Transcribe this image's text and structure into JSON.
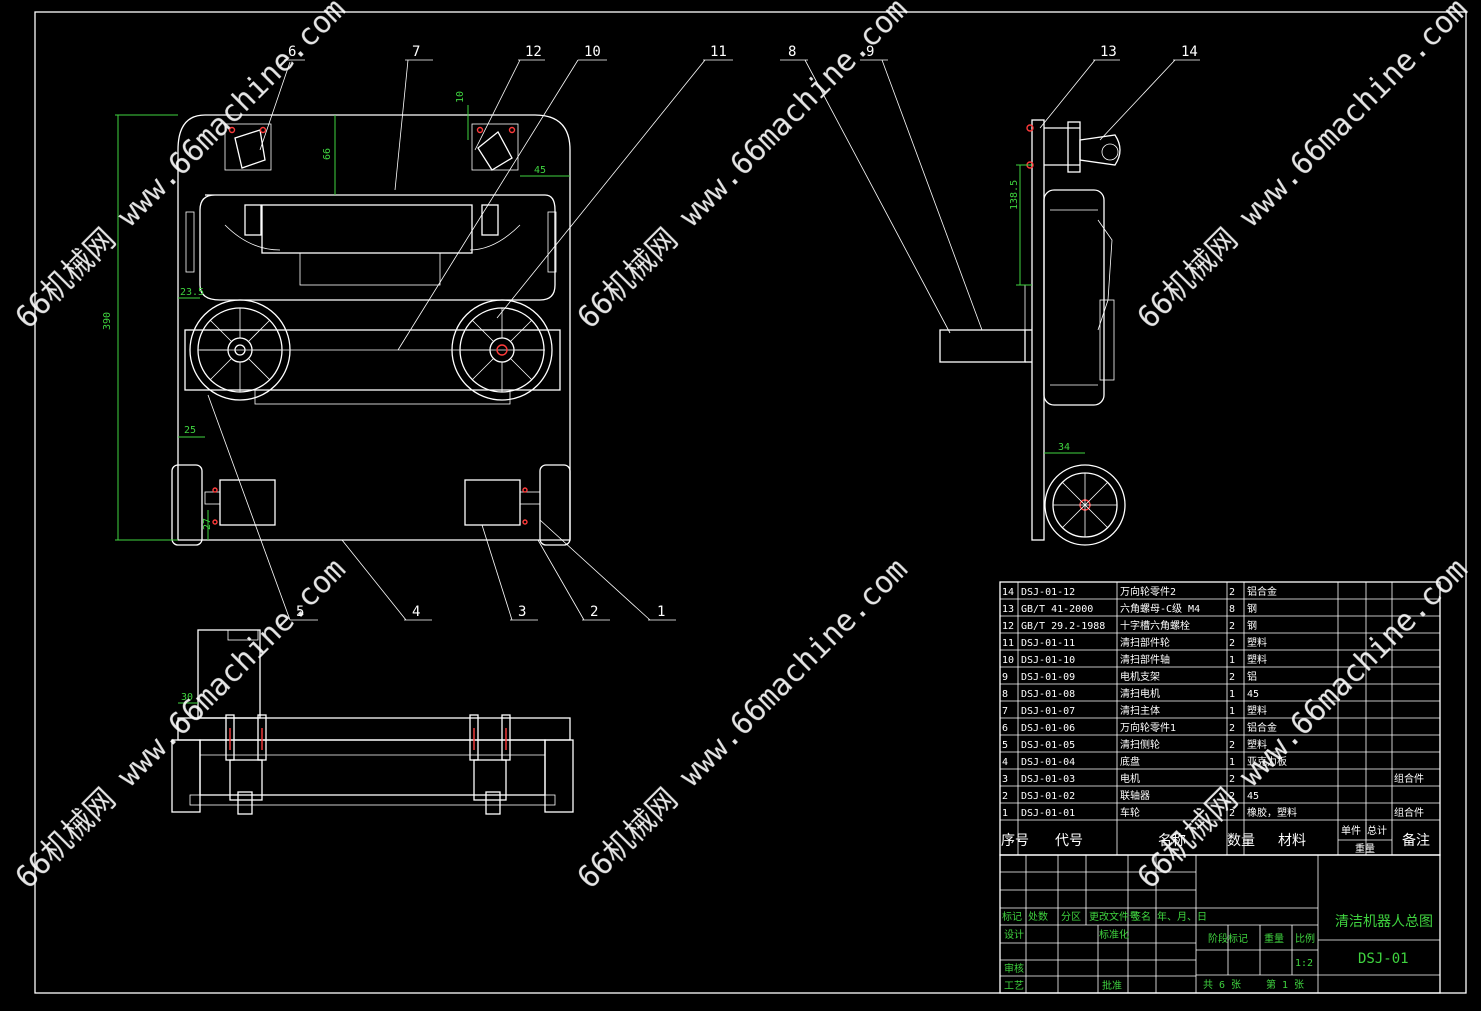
{
  "callouts": [
    "1",
    "2",
    "3",
    "4",
    "5",
    "6",
    "7",
    "8",
    "9",
    "10",
    "11",
    "12",
    "13",
    "14"
  ],
  "dimensions": {
    "d390": "390",
    "d66": "66",
    "d10": "10",
    "d45": "45",
    "d23_5": "23.5",
    "d25": "25",
    "d27": "27",
    "d138_5": "138.5",
    "d34": "34",
    "d30": "30"
  },
  "watermark": "66机械网 www.66machine.com",
  "bom": {
    "rows": [
      {
        "no": "14",
        "code": "DSJ-01-12",
        "name": "万向轮零件2",
        "qty": "2",
        "mat": "铝合金",
        "note": ""
      },
      {
        "no": "13",
        "code": "GB/T 41-2000",
        "name": "六角螺母-C级 M4",
        "qty": "8",
        "mat": "钢",
        "note": ""
      },
      {
        "no": "12",
        "code": "GB/T 29.2-1988",
        "name": "十字槽六角螺栓",
        "qty": "2",
        "mat": "钢",
        "note": ""
      },
      {
        "no": "11",
        "code": "DSJ-01-11",
        "name": "清扫部件轮",
        "qty": "2",
        "mat": "塑料",
        "note": ""
      },
      {
        "no": "10",
        "code": "DSJ-01-10",
        "name": "清扫部件轴",
        "qty": "1",
        "mat": "塑料",
        "note": ""
      },
      {
        "no": "9",
        "code": "DSJ-01-09",
        "name": "电机支架",
        "qty": "2",
        "mat": "铝",
        "note": ""
      },
      {
        "no": "8",
        "code": "DSJ-01-08",
        "name": "清扫电机",
        "qty": "1",
        "mat": "45",
        "note": ""
      },
      {
        "no": "7",
        "code": "DSJ-01-07",
        "name": "清扫主体",
        "qty": "1",
        "mat": "塑料",
        "note": ""
      },
      {
        "no": "6",
        "code": "DSJ-01-06",
        "name": "万向轮零件1",
        "qty": "2",
        "mat": "铝合金",
        "note": ""
      },
      {
        "no": "5",
        "code": "DSJ-01-05",
        "name": "清扫侧轮",
        "qty": "2",
        "mat": "塑料",
        "note": ""
      },
      {
        "no": "4",
        "code": "DSJ-01-04",
        "name": "底盘",
        "qty": "1",
        "mat": "亚克力板",
        "note": ""
      },
      {
        "no": "3",
        "code": "DSJ-01-03",
        "name": "电机",
        "qty": "2",
        "mat": "",
        "note": "组合件"
      },
      {
        "no": "2",
        "code": "DSJ-01-02",
        "name": "联轴器",
        "qty": "2",
        "mat": "45",
        "note": ""
      },
      {
        "no": "1",
        "code": "DSJ-01-01",
        "name": "车轮",
        "qty": "2",
        "mat": "橡胶，塑料",
        "note": "组合件"
      }
    ],
    "header": {
      "no": "序号",
      "code": "代号",
      "name": "名称",
      "qty": "数量",
      "mat": "材料",
      "unit_w": "单件",
      "total_w": "总计",
      "weight": "重量",
      "note": "备注"
    }
  },
  "title_block": {
    "title": "清洁机器人总图",
    "drawing_no": "DSJ-01",
    "rev_row": [
      "标记",
      "处数",
      "分区",
      "更改文件号",
      "签名",
      "年、月、日"
    ],
    "design": "设计",
    "standard": "标准化",
    "review": "审核",
    "process": "工艺",
    "approve": "批准",
    "stage": "阶段标记",
    "weight": "重量",
    "scale_label": "比例",
    "scale": "1:2",
    "sheets": "共 6 张",
    "sheet_no": "第 1 张"
  }
}
